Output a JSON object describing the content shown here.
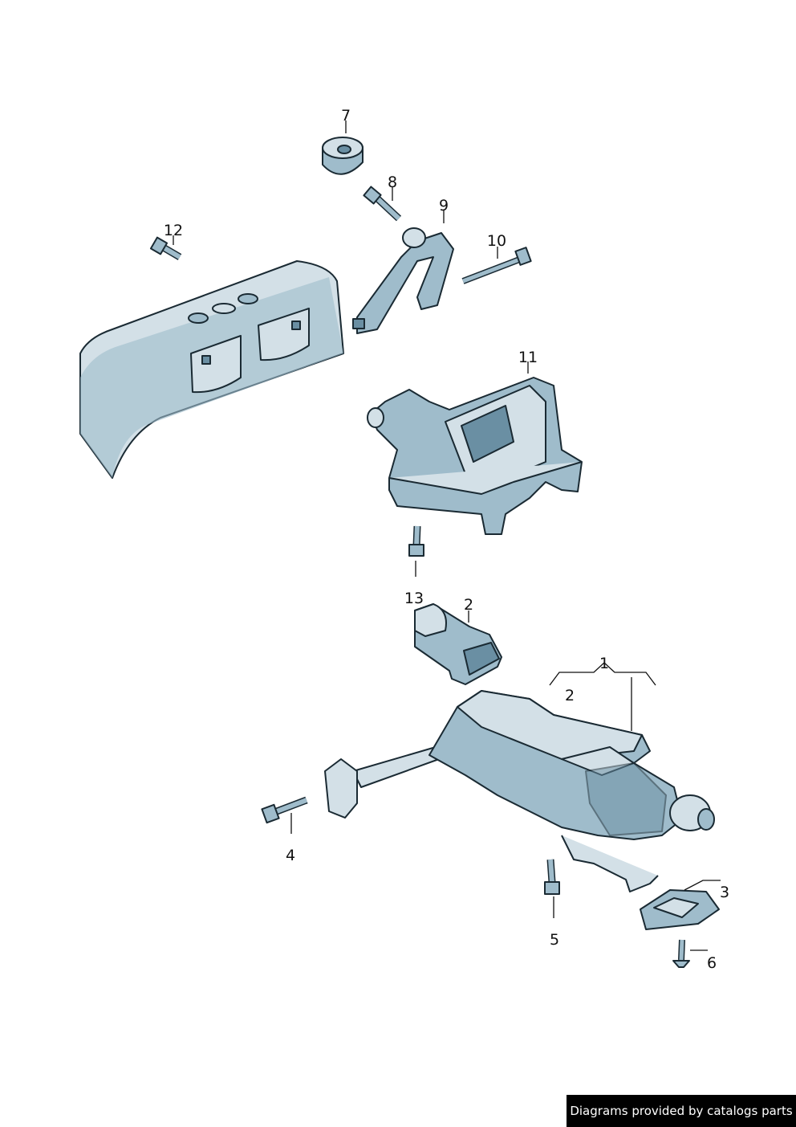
{
  "diagram": {
    "callouts": [
      {
        "id": "7",
        "text": "7"
      },
      {
        "id": "8",
        "text": "8"
      },
      {
        "id": "9",
        "text": "9"
      },
      {
        "id": "10",
        "text": "10"
      },
      {
        "id": "12",
        "text": "12"
      },
      {
        "id": "11",
        "text": "11"
      },
      {
        "id": "13",
        "text": "13"
      },
      {
        "id": "2a",
        "text": "2"
      },
      {
        "id": "1",
        "text": "1"
      },
      {
        "id": "2b",
        "text": "2"
      },
      {
        "id": "4",
        "text": "4"
      },
      {
        "id": "3",
        "text": "3"
      },
      {
        "id": "5",
        "text": "5"
      },
      {
        "id": "6",
        "text": "6"
      }
    ]
  },
  "footer": {
    "credit": "Diagrams provided by catalogs parts"
  }
}
